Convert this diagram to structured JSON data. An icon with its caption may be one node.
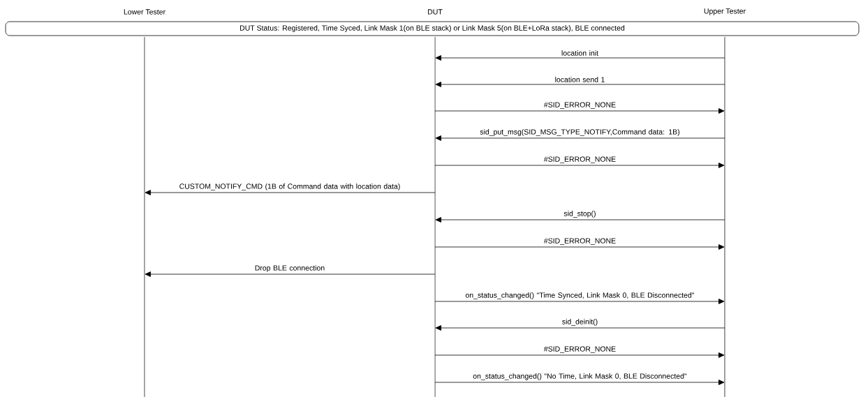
{
  "diagram": {
    "nodes": [
      {
        "text": [
          "Lower Tester"
        ]
      },
      {
        "text": [
          "DUT"
        ]
      },
      {
        "text": [
          "Upper Tester"
        ]
      },
      {
        "text": [
          "DUT Status: Registered, Time Syced, Link Mask 1(on BLE stack) or Link Mask 5(on BLE+LoRa stack), BLE connected"
        ]
      },
      {
        "text": [],
        "shape": "line"
      },
      {
        "text": [],
        "shape": "line"
      },
      {
        "text": [],
        "shape": "line"
      }
    ],
    "edges": [
      {
        "from": 6,
        "to": 5,
        "arrow": "to",
        "label": "location init"
      },
      {
        "from": 6,
        "to": 5,
        "arrow": "to",
        "label": "location send 1"
      },
      {
        "from": 5,
        "to": 6,
        "arrow": "to",
        "label": "#SID_ERROR_NONE"
      },
      {
        "from": 6,
        "to": 5,
        "arrow": "to",
        "label": "sid_put_msg(SID_MSG_TYPE_NOTIFY,Command data: 1B)"
      },
      {
        "from": 5,
        "to": 6,
        "arrow": "to",
        "label": "#SID_ERROR_NONE"
      },
      {
        "from": 5,
        "to": 4,
        "arrow": "to",
        "label": "CUSTOM_NOTIFY_CMD (1B of Command data with location data)"
      },
      {
        "from": 6,
        "to": 5,
        "arrow": "to",
        "label": "sid_stop()"
      },
      {
        "from": 5,
        "to": 6,
        "arrow": "to",
        "label": "#SID_ERROR_NONE"
      },
      {
        "from": 5,
        "to": 4,
        "arrow": "to",
        "label": "Drop BLE connection"
      },
      {
        "from": 5,
        "to": 6,
        "arrow": "to",
        "label": "on_status_changed() \"Time Synced, Link Mask 0, BLE Disconnected\""
      },
      {
        "from": 6,
        "to": 5,
        "arrow": "to",
        "label": "sid_deinit()"
      },
      {
        "from": 5,
        "to": 6,
        "arrow": "to",
        "label": "#SID_ERROR_NONE"
      },
      {
        "from": 5,
        "to": 6,
        "arrow": "to",
        "label": "on_status_changed() \"No Time, Link Mask 0, BLE Disconnected\""
      }
    ]
  }
}
